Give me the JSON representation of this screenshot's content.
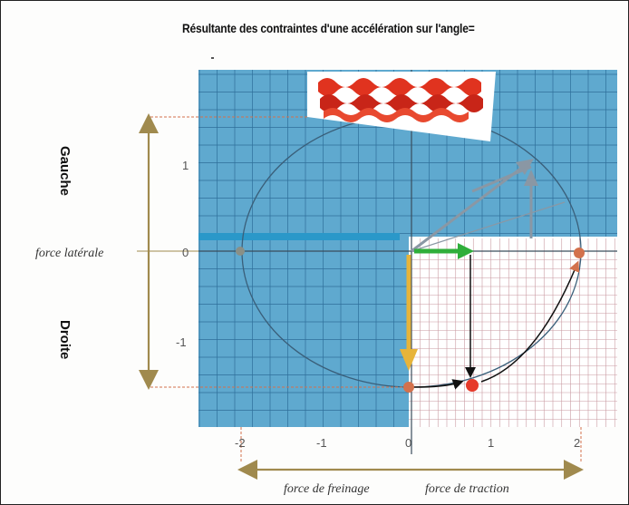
{
  "title": "Résultante des contraintes d'une accélération sur l'angle=",
  "labels": {
    "left_top": "Gauche",
    "left_bottom": "Droite",
    "lateral": "force latérale",
    "braking": "force de freinage",
    "traction": "force de traction"
  },
  "x_ticks": [
    "-2",
    "-1",
    "0",
    "1",
    "2"
  ],
  "y_ticks": [
    "1",
    "0",
    "-1"
  ],
  "colors": {
    "blue_zone": "#5fa9cf",
    "grid_blue": "#2f6f9a",
    "grid_pink": "#c99aa2",
    "axis_arrow": "#a08a4e",
    "circle": "#3a5f7a",
    "green_arrow": "#2fae3a",
    "yellow_arrow": "#e7b43a",
    "red_point": "#e63a2a",
    "orange_point": "#d3714c",
    "gray_arrow": "#8a97a4"
  },
  "icons": {
    "logo": "red-wavy-tire-tread-logo"
  }
}
